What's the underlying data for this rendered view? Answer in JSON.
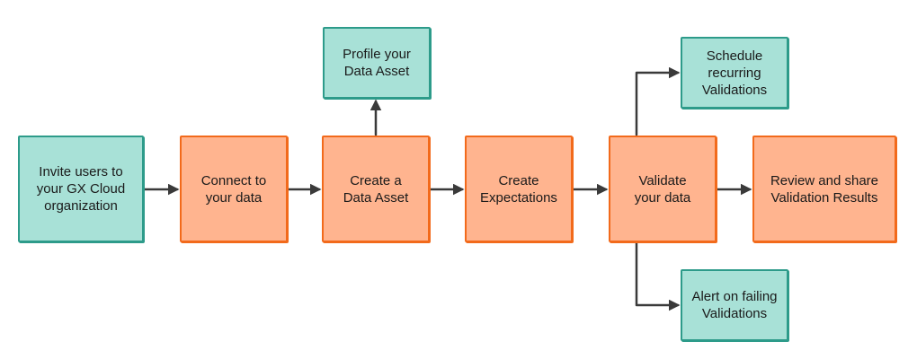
{
  "diagram": {
    "colors": {
      "teal_fill": "#a8e1d7",
      "teal_border": "#2d9b8a",
      "orange_fill": "#ffb48f",
      "orange_border": "#f26a1b",
      "connector": "#3a3a3a"
    },
    "nodes": {
      "invite": "Invite users to\nyour GX Cloud\norganization",
      "connect": "Connect to\nyour data",
      "create": "Create a\nData Asset",
      "expect": "Create\nExpectations",
      "validate": "Validate\nyour data",
      "review": "Review and share\nValidation Results",
      "profile": "Profile your\nData Asset",
      "schedule": "Schedule\nrecurring\nValidations",
      "alert": "Alert on failing\nValidations"
    }
  }
}
